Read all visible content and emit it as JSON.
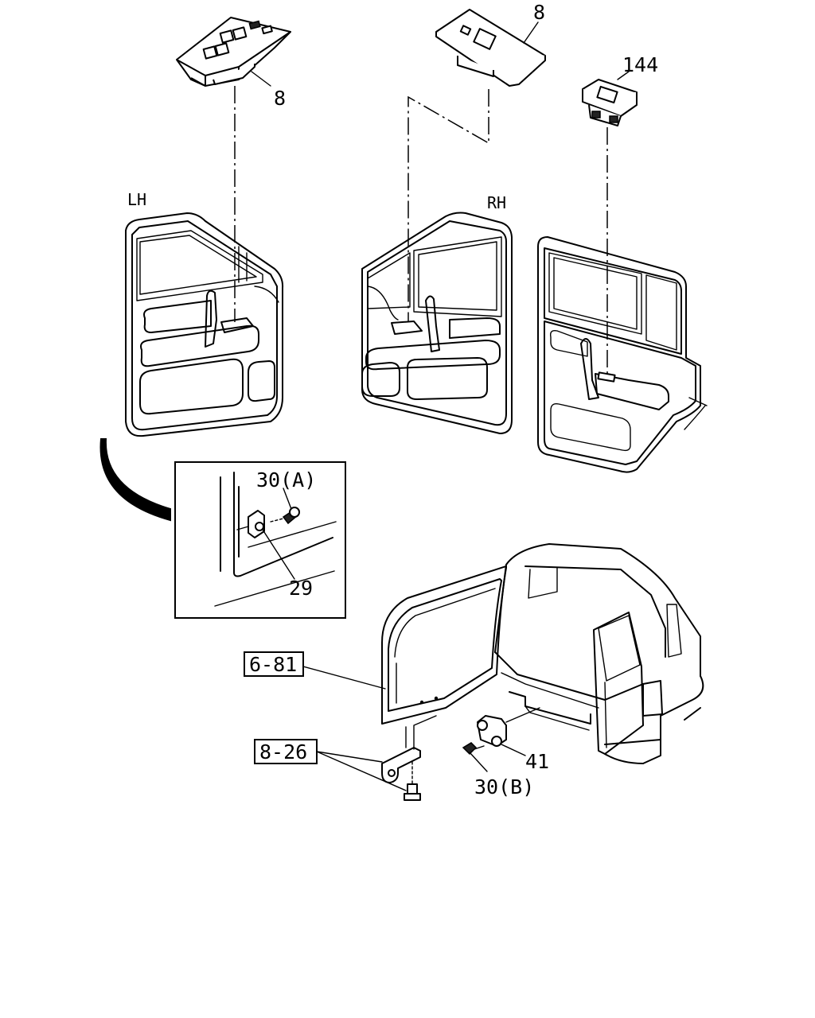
{
  "labels": {
    "lh": "LH",
    "rh": "RH",
    "part_8_left": "8",
    "part_8_right": "8",
    "part_144": "144",
    "part_30a": "30(A)",
    "part_29": "29",
    "part_41": "41",
    "part_30b": "30(B)"
  },
  "references": {
    "ref_6_81": "6-81",
    "ref_8_26": "8-26"
  }
}
